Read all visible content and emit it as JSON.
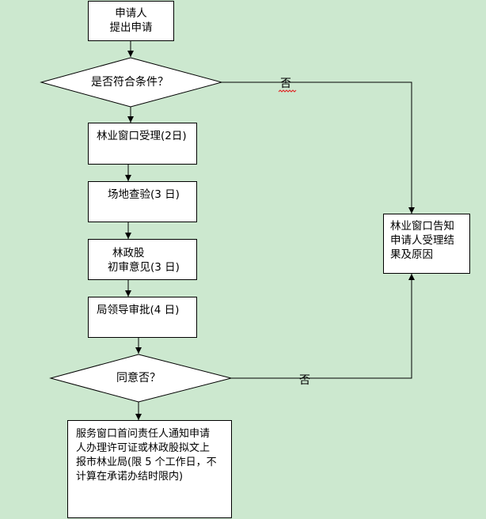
{
  "nodes": {
    "start": {
      "line1": "申请人",
      "line2": "提出申请"
    },
    "decision1": "是否符合条件？",
    "accept": "林业窗口受理(2日)",
    "inspect": "场地查验(3 日)",
    "review": {
      "line1": "林政股",
      "line2": "初审意见(3 日)"
    },
    "approve": "局领导审批(4 日)",
    "decision2": "同意否？",
    "notify": {
      "line1": "服务窗口首问责任人通知申请",
      "line2": "人办理许可证或林政股拟文上",
      "line3": "报市林业局(限 5 个工作日，不",
      "line4": "计算在承诺办结时限内)"
    },
    "reject": {
      "line1": "林业窗口告知",
      "line2": "申请人受理结",
      "line3": "果及原因"
    }
  },
  "edge_labels": {
    "no1": "否",
    "no2": "否"
  },
  "colors": {
    "background": "#cce8cf",
    "box_fill": "#ffffff",
    "stroke": "#000000",
    "spell_underline": "#e02020"
  }
}
